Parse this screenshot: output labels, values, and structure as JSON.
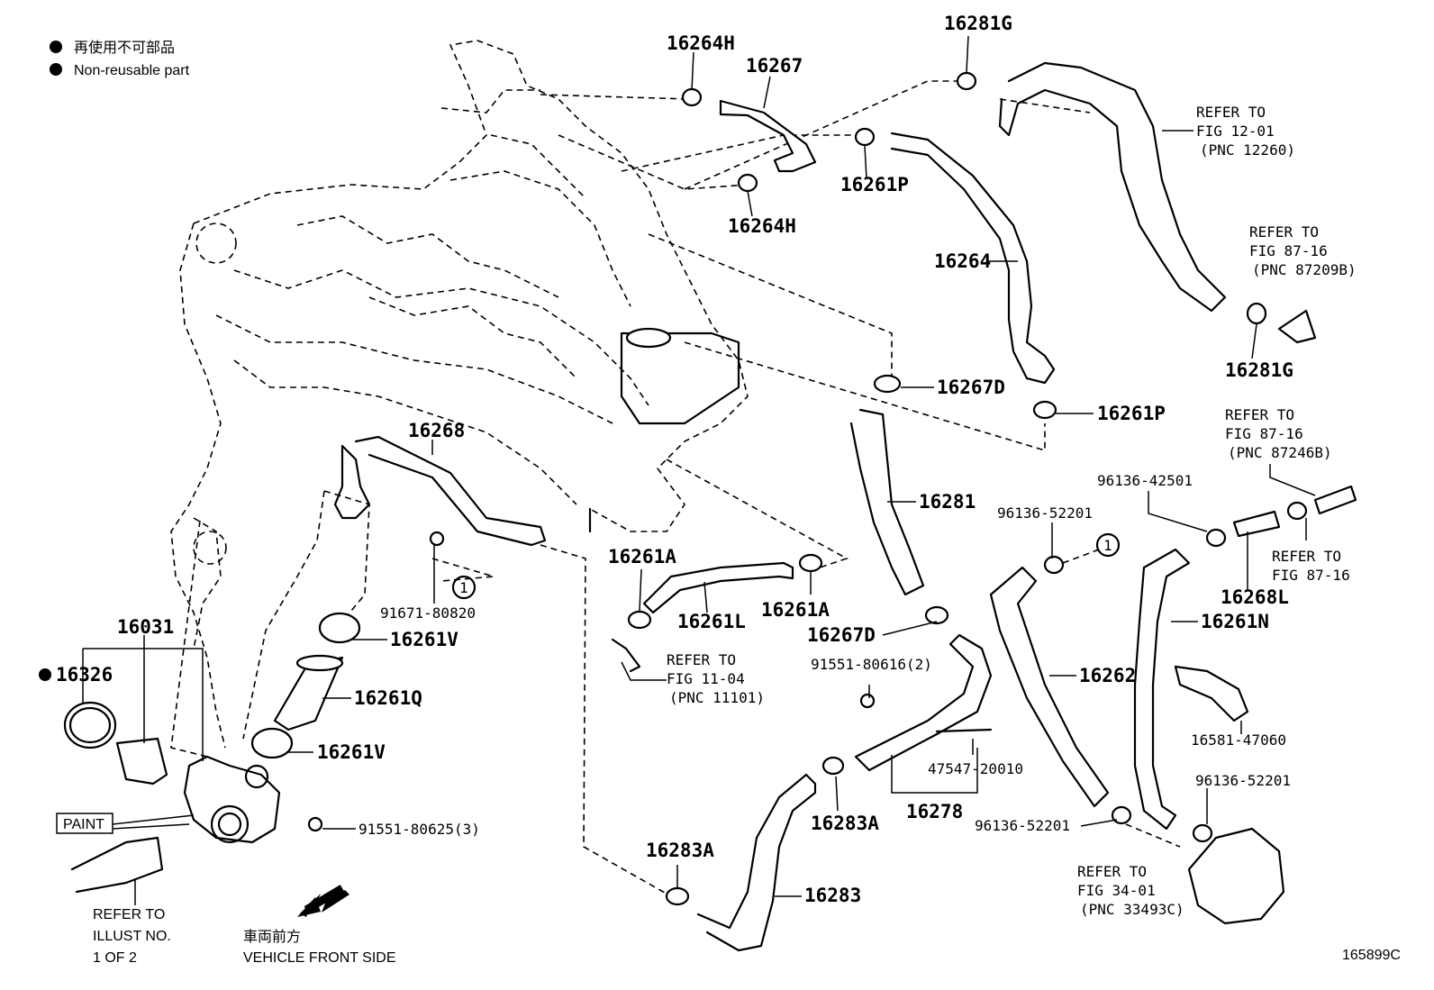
{
  "legend": {
    "jp": "再使用不可部品",
    "en": "Non-reusable part"
  },
  "parts": {
    "p16264H_top": "16264H",
    "p16267": "16267",
    "p16281G_top": "16281G",
    "p16264H_mid": "16264H",
    "p16261P_top": "16261P",
    "p16264": "16264",
    "p16281G_right": "16281G",
    "p16267D_top": "16267D",
    "p16261P_mid": "16261P",
    "p16268": "16268",
    "p16281": "16281",
    "p16261A_left": "16261A",
    "p16261A_right": "16261A",
    "p16261L": "16261L",
    "p91671": "91671-80820",
    "p16031": "16031",
    "p16326": "16326",
    "p16261V_top": "16261V",
    "p16261Q": "16261Q",
    "p16261V_bot": "16261V",
    "p91551_80625": "91551-80625(3)",
    "p16267D_bot": "16267D",
    "p91551_80616": "91551-80616(2)",
    "p16283A_mid": "16283A",
    "p16278": "16278",
    "p47547": "47547-20010",
    "p16283A_bot": "16283A",
    "p16283": "16283",
    "p96136_52201_top": "96136-52201",
    "p96136_42501": "96136-42501",
    "p16268L": "16268L",
    "p16261N": "16261N",
    "p16262": "16262",
    "p16581": "16581-47060",
    "p96136_52201_right": "96136-52201",
    "p96136_52201_bot": "96136-52201"
  },
  "refs": {
    "fig12": [
      "REFER TO",
      "FIG 12-01",
      "(PNC 12260)"
    ],
    "fig87a": [
      "REFER TO",
      "FIG 87-16",
      "(PNC 87209B)"
    ],
    "fig87b": [
      "REFER TO",
      "FIG 87-16",
      "(PNC 87246B)"
    ],
    "fig87c": [
      "REFER TO",
      "FIG 87-16"
    ],
    "fig11": [
      "REFER TO",
      "FIG 11-04",
      "(PNC 11101)"
    ],
    "fig34": [
      "REFER TO",
      "FIG 34-01",
      "(PNC 33493C)"
    ],
    "illust": [
      "REFER TO",
      "ILLUST NO.",
      "1 OF 2"
    ]
  },
  "callouts": {
    "circle1_a": "1",
    "circle1_b": "1"
  },
  "paint_label": "PAINT",
  "front": {
    "jp": "車両前方",
    "en": "VEHICLE FRONT SIDE"
  },
  "figure_code": "165899C"
}
